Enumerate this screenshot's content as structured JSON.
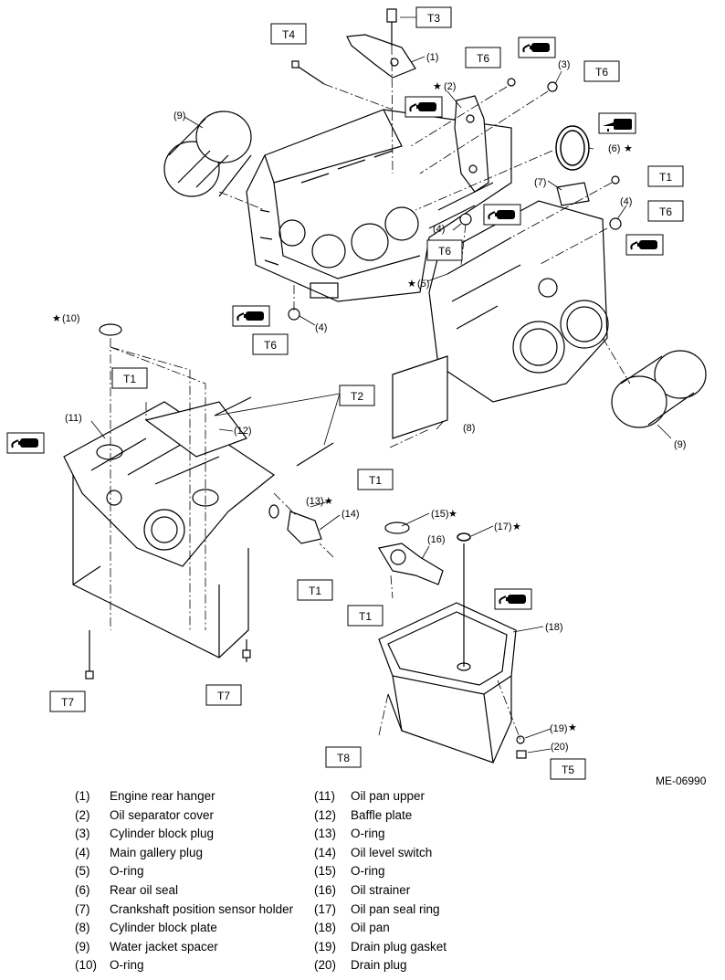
{
  "figure_id": "ME-06990",
  "torque_labels": [
    "T1",
    "T2",
    "T3",
    "T4",
    "T5",
    "T6",
    "T7",
    "T8"
  ],
  "callouts": {
    "c1": "(1)",
    "c2": "(2)",
    "c3": "(3)",
    "c4a": "(4)",
    "c4b": "(4)",
    "c4c": "(4)",
    "c5": "(5)",
    "c6": "(6)",
    "c7": "(7)",
    "c8": "(8)",
    "c9a": "(9)",
    "c9b": "(9)",
    "c10": "(10)",
    "c11": "(11)",
    "c12": "(12)",
    "c13": "(13)",
    "c14": "(14)",
    "c15": "(15)",
    "c16": "(16)",
    "c17": "(17)",
    "c18": "(18)",
    "c19": "(19)",
    "c20": "(20)"
  },
  "star": "★",
  "legend_left": [
    {
      "num": "(1)",
      "label": "Engine rear hanger"
    },
    {
      "num": "(2)",
      "label": "Oil separator cover"
    },
    {
      "num": "(3)",
      "label": "Cylinder block plug"
    },
    {
      "num": "(4)",
      "label": "Main gallery plug"
    },
    {
      "num": "(5)",
      "label": "O-ring"
    },
    {
      "num": "(6)",
      "label": "Rear oil seal"
    },
    {
      "num": "(7)",
      "label": "Crankshaft position sensor holder"
    },
    {
      "num": "(8)",
      "label": "Cylinder block plate"
    },
    {
      "num": "(9)",
      "label": "Water jacket spacer"
    },
    {
      "num": "(10)",
      "label": "O-ring"
    }
  ],
  "legend_right": [
    {
      "num": "(11)",
      "label": "Oil pan upper"
    },
    {
      "num": "(12)",
      "label": "Baffle plate"
    },
    {
      "num": "(13)",
      "label": "O-ring"
    },
    {
      "num": "(14)",
      "label": "Oil level switch"
    },
    {
      "num": "(15)",
      "label": "O-ring"
    },
    {
      "num": "(16)",
      "label": "Oil strainer"
    },
    {
      "num": "(17)",
      "label": "Oil pan seal ring"
    },
    {
      "num": "(18)",
      "label": "Oil pan"
    },
    {
      "num": "(19)",
      "label": "Drain plug gasket"
    },
    {
      "num": "(20)",
      "label": "Drain plug"
    }
  ]
}
